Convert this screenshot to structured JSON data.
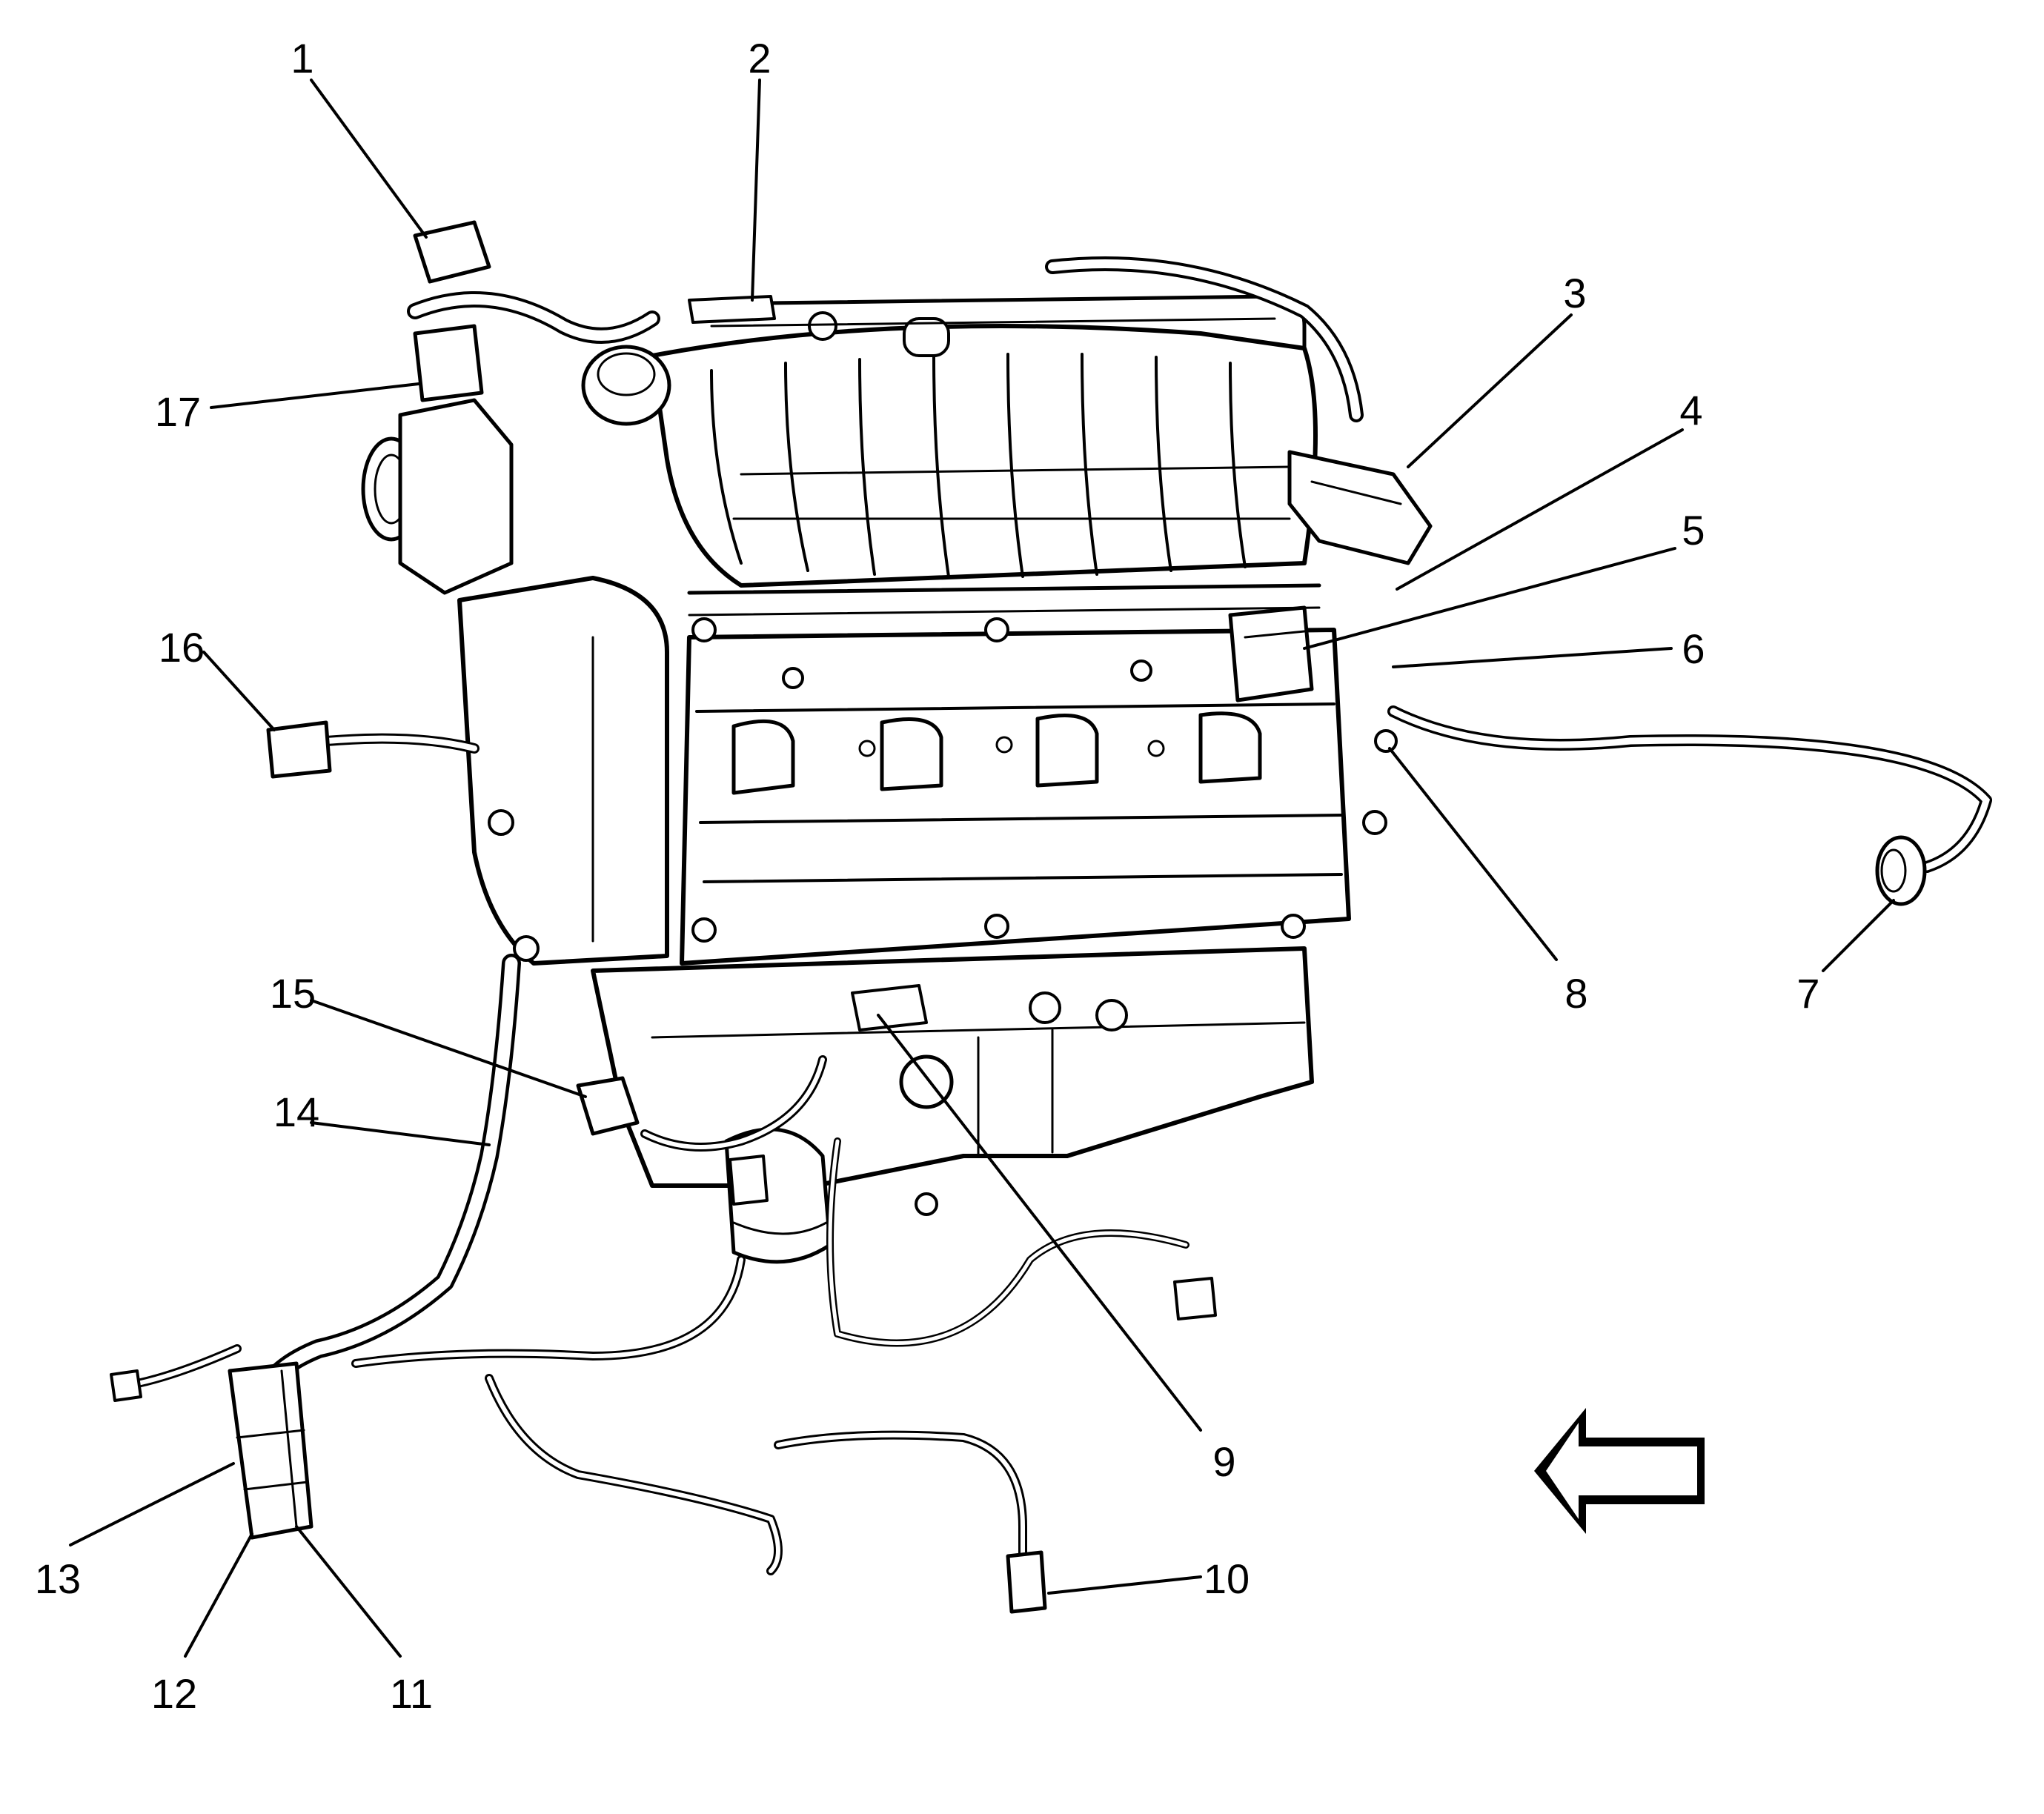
{
  "callouts": {
    "c1": "1",
    "c2": "2",
    "c3": "3",
    "c4": "4",
    "c5": "5",
    "c6": "6",
    "c7": "7",
    "c8": "8",
    "c9": "9",
    "c10": "10",
    "c11": "11",
    "c12": "12",
    "c13": "13",
    "c14": "14",
    "c15": "15",
    "c16": "16",
    "c17": "17"
  },
  "direction_arrow": {
    "icon": "left-arrow-icon",
    "points": "left"
  },
  "colors": {
    "line": "#000000",
    "background": "#ffffff"
  }
}
